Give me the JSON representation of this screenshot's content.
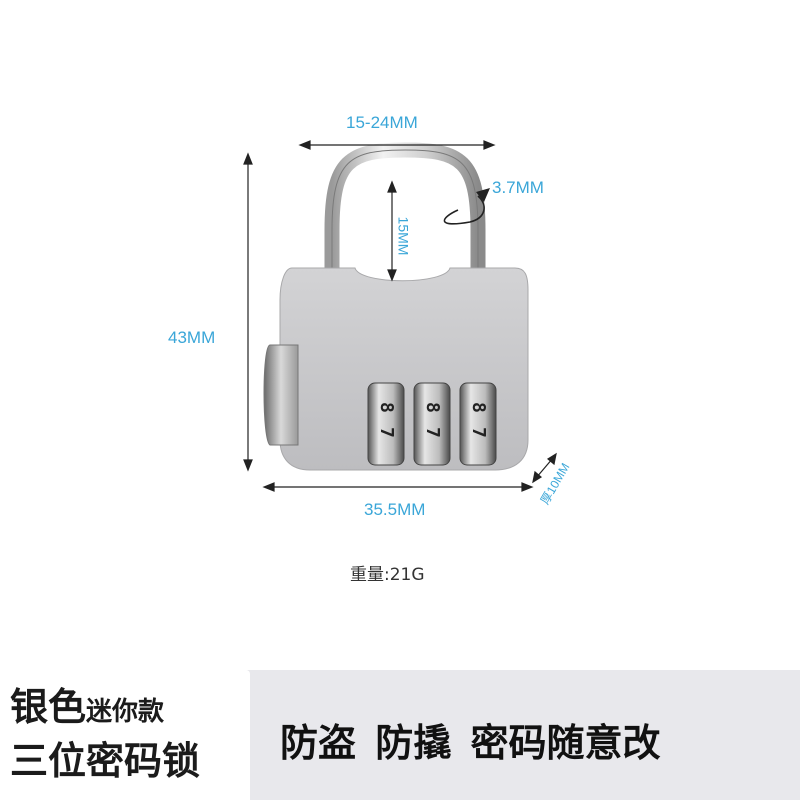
{
  "dimensions": {
    "shackle_width": "15-24MM",
    "wire_thickness": "3.7MM",
    "shackle_height": "15MM",
    "total_height": "43MM",
    "body_width": "35.5MM",
    "body_thickness": "厚10MM"
  },
  "weight": "重量:21G",
  "badge": {
    "color_name": "银色",
    "variant": "迷你款",
    "lock_type": "三位密码锁"
  },
  "slogan": "防盗 防撬 密码随意改",
  "combination_digits": [
    "8",
    "7",
    "8",
    "7",
    "8",
    "7"
  ],
  "colors": {
    "dimension_blue": "#3aa6d8",
    "lock_body_silver": "#c8c8ca",
    "footer_gray": "#e8e8ec",
    "text_dark": "#1b1b1b"
  }
}
